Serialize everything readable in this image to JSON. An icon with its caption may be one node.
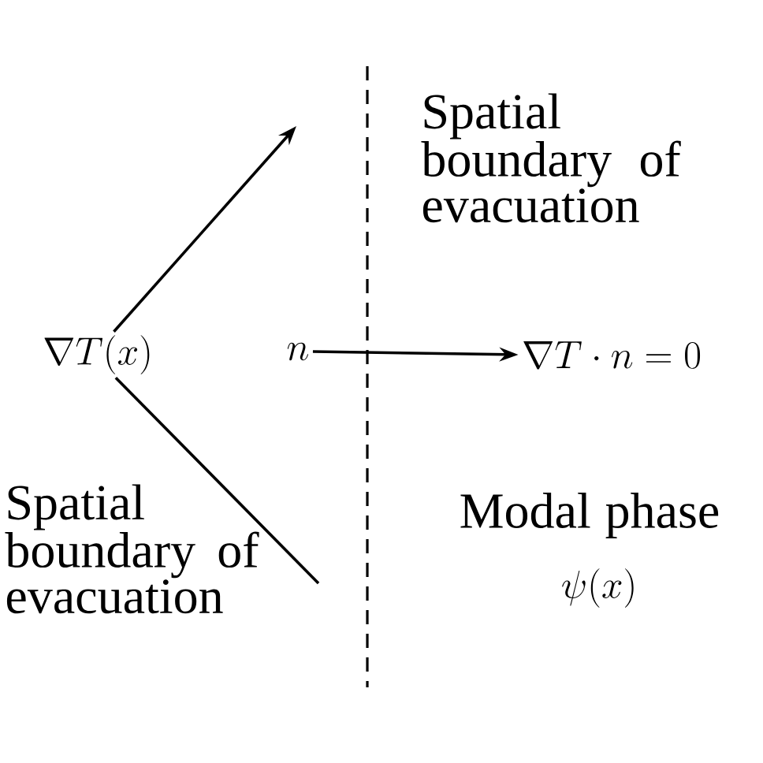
{
  "diagram": {
    "nodes": [
      {
        "text": [
          "\\nabla T(x)"
        ]
      },
      {
        "text": [
          "n"
        ]
      },
      {
        "text": [
          "\\nabla T \\cdot n = 0"
        ]
      }
    ],
    "edges": [
      {
        "from": 0,
        "to": null,
        "arrow": "to"
      },
      {
        "from": 0,
        "to": null,
        "arrow": "none"
      },
      {
        "from": 1,
        "to": 2,
        "arrow": "to"
      }
    ],
    "labels": [
      "Spatial boundary of evacuation",
      "Spatial boundary of evacuation",
      "Modal phase",
      "\\psi(x)"
    ]
  }
}
